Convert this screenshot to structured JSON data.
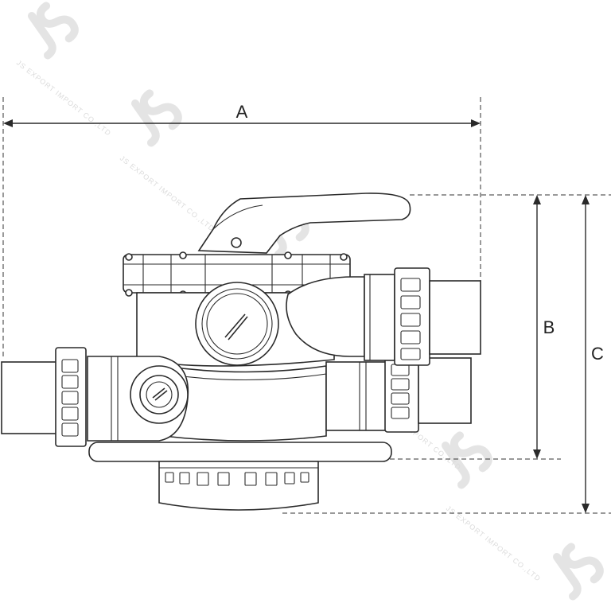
{
  "diagram": {
    "dimension_labels": {
      "a": "A",
      "b": "B",
      "c": "C"
    },
    "watermark": {
      "brand": "JS",
      "company": "JS EXPORT IMPORT CO.,LTD"
    }
  }
}
